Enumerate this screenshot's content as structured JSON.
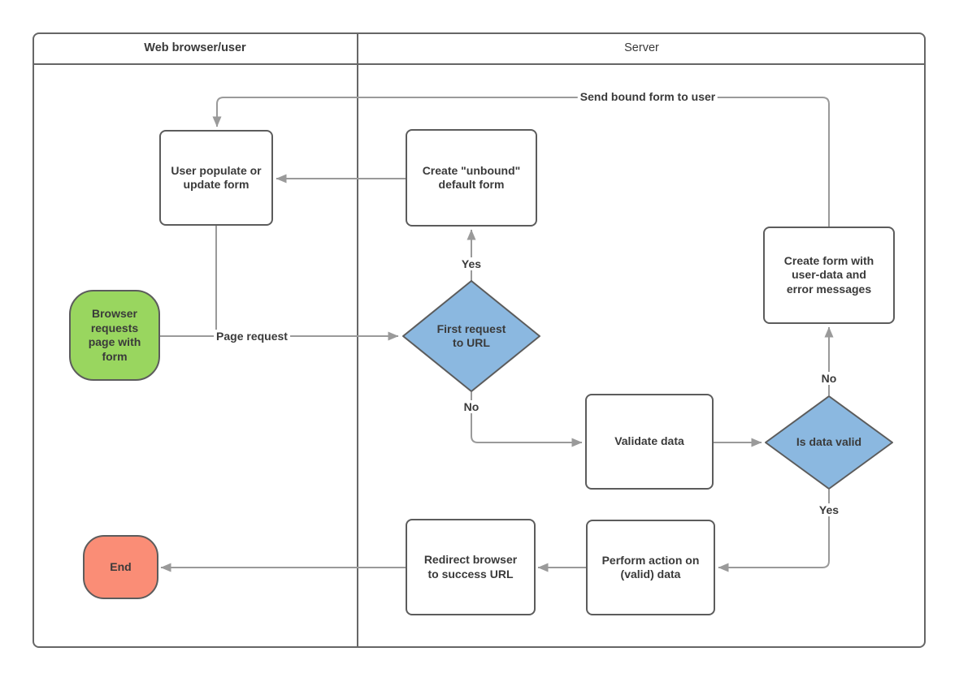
{
  "diagram": {
    "lanes": [
      {
        "title": "Web browser/user"
      },
      {
        "title": "Server"
      }
    ],
    "nodes": {
      "start": {
        "type": "terminator",
        "label": "Browser\nrequests\npage with\nform"
      },
      "user_form": {
        "type": "process",
        "label": "User populate or\nupdate form"
      },
      "unbound": {
        "type": "process",
        "label": "Create \"unbound\"\ndefault form"
      },
      "first_request": {
        "type": "decision",
        "label": "First request\nto URL"
      },
      "validate": {
        "type": "process",
        "label": "Validate data"
      },
      "is_valid": {
        "type": "decision",
        "label": "Is data valid"
      },
      "create_form": {
        "type": "process",
        "label": "Create form with\nuser-data and\nerror messages"
      },
      "perform": {
        "type": "process",
        "label": "Perform action on\n(valid) data"
      },
      "redirect": {
        "type": "process",
        "label": "Redirect browser\nto success URL"
      },
      "end": {
        "type": "terminator",
        "label": "End"
      }
    },
    "edge_labels": {
      "page_request": "Page request",
      "first_yes": "Yes",
      "first_no": "No",
      "send_bound": "Send bound form to user",
      "valid_no": "No",
      "valid_yes": "Yes"
    },
    "colors": {
      "start_fill": "#99d65f",
      "end_fill": "#fa8d76",
      "decision_fill": "#8bb8e0",
      "node_border": "#5c5c5c",
      "frame_border": "#666666",
      "connector": "#9a9a9a",
      "text_color": "#3a3a3a"
    }
  }
}
